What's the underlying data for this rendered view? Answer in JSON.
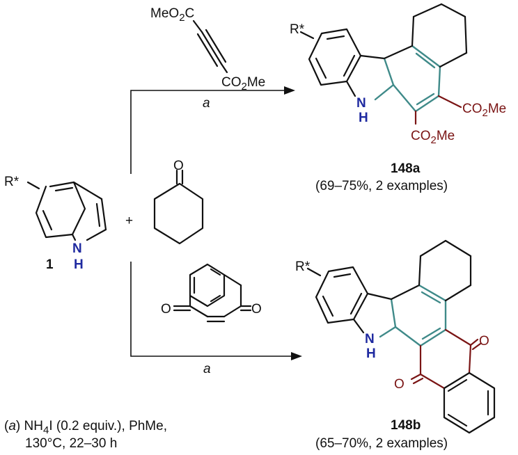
{
  "reagents": {
    "dmad_top": "MeO",
    "dmad_top_sub": "2",
    "dmad_top_tail": "C",
    "dmad_bottom": "CO",
    "dmad_bottom_sub": "2",
    "dmad_bottom_tail": "Me",
    "cyclohexanone_o": "O",
    "naphthoquinone_o_left": "O",
    "naphthoquinone_o_right": "O"
  },
  "arrows": {
    "top_condition": "a",
    "bottom_condition": "a"
  },
  "start_material": {
    "substituent": "R*",
    "nh_n": "N",
    "nh_h": "H",
    "compound_number": "1",
    "plus": "+"
  },
  "product_a": {
    "substituent": "R*",
    "nh_n": "N",
    "nh_h": "H",
    "ester_right": "CO",
    "ester_right_sub": "2",
    "ester_right_tail": "Me",
    "ester_bottom": "CO",
    "ester_bottom_sub": "2",
    "ester_bottom_tail": "Me",
    "compound_number": "148a",
    "yield": "(69–75%, 2 examples)"
  },
  "product_b": {
    "substituent": "R*",
    "nh_n": "N",
    "nh_h": "H",
    "o_right": "O",
    "o_left": "O",
    "compound_number": "148b",
    "yield": "(65–70%, 2 examples)"
  },
  "conditions": {
    "open_paren": "(",
    "letter": "a",
    "close_paren": ") NH",
    "nh4_sub": "4",
    "line1_rest": "I (0.2 equiv.), PhMe,",
    "line2": "130°C, 22–30 h"
  },
  "colors": {
    "bond": "#111111",
    "new_ring_bond": "#3f8a89",
    "nitrogen": "#1f2aa0",
    "carbonyl": "#7a1414"
  }
}
